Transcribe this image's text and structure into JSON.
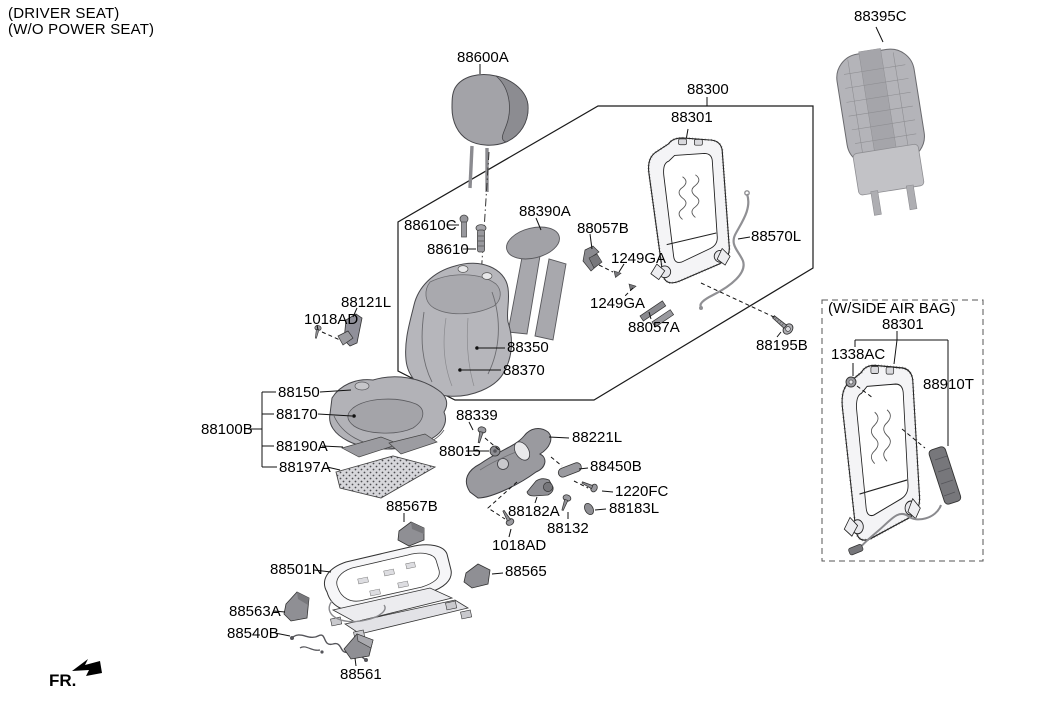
{
  "header": {
    "line1": "(DRIVER SEAT)",
    "line2": "(W/O POWER SEAT)"
  },
  "inset": {
    "title": "(W/SIDE AIR BAG)"
  },
  "footer": {
    "fr": "FR."
  },
  "colors": {
    "line": "#111111",
    "part_gray": "#a9a9ae",
    "part_gray_dark": "#8f8f94",
    "outline": "#333333"
  },
  "parts": {
    "p88600A": "88600A",
    "p88395C": "88395C",
    "p88300": "88300",
    "p88301_main": "88301",
    "p88610C": "88610C",
    "p88610": "88610",
    "p88390A": "88390A",
    "p88057B": "88057B",
    "p1249GA_a": "1249GA",
    "p1249GA_b": "1249GA",
    "p88057A": "88057A",
    "p88570L": "88570L",
    "p88195B": "88195B",
    "p88121L": "88121L",
    "p1018AD_a": "1018AD",
    "p1018AD_b": "1018AD",
    "p88350": "88350",
    "p88370": "88370",
    "p88150": "88150",
    "p88170": "88170",
    "p88100B": "88100B",
    "p88190A": "88190A",
    "p88197A": "88197A",
    "p88339": "88339",
    "p88015": "88015",
    "p88221L": "88221L",
    "p88450B": "88450B",
    "p1220FC": "1220FC",
    "p88182A": "88182A",
    "p88183L": "88183L",
    "p88132": "88132",
    "p88567B": "88567B",
    "p88565": "88565",
    "p88501N": "88501N",
    "p88563A": "88563A",
    "p88540B": "88540B",
    "p88561": "88561",
    "p88301_airbag": "88301",
    "p1338AC": "1338AC",
    "p88910T": "88910T"
  }
}
